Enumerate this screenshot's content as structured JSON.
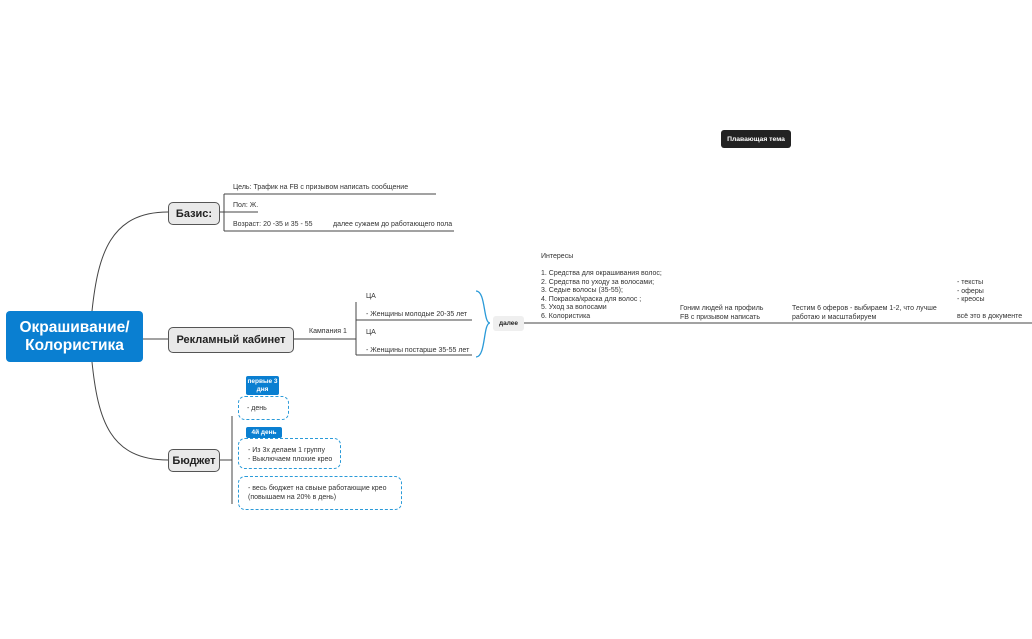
{
  "root": {
    "label": "Окрашивание/ Колористика"
  },
  "floating_topic": "Плавающая тема",
  "basis": {
    "label": "Базис:",
    "goal": "Цель: Трафик на FB с призывом написать сообщение",
    "gender": "Пол: Ж.",
    "age": "Возраст: 20 -35 и 35 - 55",
    "age_note": "далее сужаем до работающего пола"
  },
  "ads_cabinet": {
    "label": "Рекламный кабинет",
    "campaign": "Кампания 1",
    "audiences": [
      {
        "title": "ЦА",
        "desc": "- Женщины молодые 20-35 лет"
      },
      {
        "title": "ЦА",
        "desc": "- Женщины постарше 35-55 лет"
      }
    ],
    "next_label": "далее",
    "interests": [
      "Интересы",
      "",
      "1.  Средства для окрашивания волос;",
      "2. Средства по уходу за волосами;",
      "3. Седые волосы (35-55);",
      "4. Покраска/краска для волос ;",
      "5. Уход за волосами",
      "6. Колористика"
    ],
    "drive_traffic": [
      "Гоним людей на профиль",
      "FB с призывом написать"
    ],
    "test_offers": [
      "Тестим 6 оферов - выбираем 1-2, что лучше",
      "работаю и масштабируем"
    ],
    "assets": [
      "- тексты",
      "- оферы",
      "- креосы",
      "",
      "всё это в документе"
    ]
  },
  "budget": {
    "label": "Бюджет",
    "first_tag": "первые 3 дня",
    "first_text": "-        день",
    "fourth_tag": "4й день",
    "fourth_lines": [
      "- Из 3х делаем 1 группу",
      "- Выключаем плохие крео"
    ],
    "final_lines": [
      "- весь бюджет на свыые работающие крео",
      "(повышаем на 20% в день)"
    ]
  }
}
